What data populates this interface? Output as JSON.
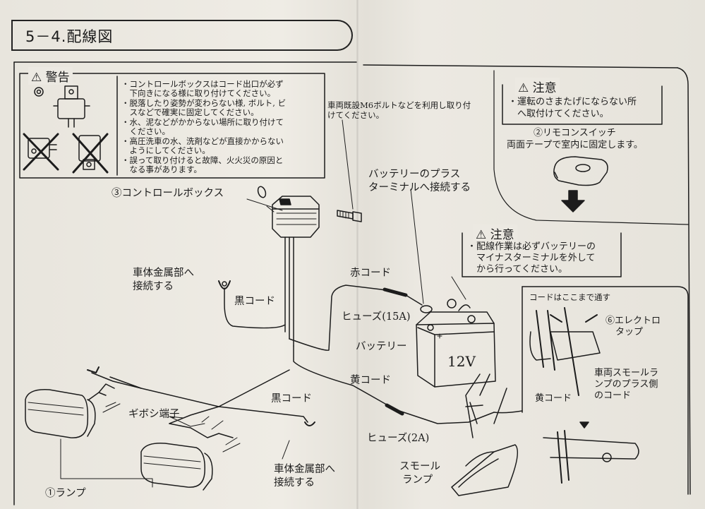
{
  "title": "5－4.配線図",
  "warning_box": {
    "heading": "警告",
    "lines": [
      "・コントロールボックスはコード出口が必ず",
      "　下向きになる様に取り付けてください。",
      "・脱落したり姿勢が変わらない様, ボルト, ビ",
      "　スなどで確実に固定してください。",
      "・水、泥などがかからない場所に取り付けて",
      "　ください。",
      "・高圧洗車の水、洗剤などが直接かからない",
      "　ようにしてください。",
      "・誤って取り付けると故障、火火災の原因と",
      "　なる事があります。"
    ]
  },
  "bolt_note": [
    "車両既設M6ボルトなどを利用し取り付",
    "けてください。"
  ],
  "caution_remote": {
    "heading": "注意",
    "lines": [
      "・運転のさまたげにならない所",
      "　へ取付けてください。"
    ]
  },
  "remote_label": [
    "②リモコンスイッチ",
    "両面テープで室内に固定します。"
  ],
  "caution_battery": {
    "heading": "注意",
    "lines": [
      "・配線作業は必ずバッテリーの",
      "　マイナスターミナルを外して",
      "　から行ってください。"
    ]
  },
  "labels": {
    "control_box": "③コントロールボックス",
    "battery_plus": [
      "バッテリーのプラス",
      "ターミナルへ接続する"
    ],
    "body_metal_1": [
      "車体金属部へ",
      "接続する"
    ],
    "black_cord_1": "黒コード",
    "red_cord": "赤コード",
    "fuse_15a": "ヒューズ(15A)",
    "battery": "バッテリー",
    "battery_voltage": "12V",
    "yellow_cord_1": "黄コード",
    "black_cord_2": "黒コード",
    "gibosi": "ギボシ端子",
    "fuse_2a": "ヒューズ(2A)",
    "body_metal_2": [
      "車体金属部へ",
      "接続する"
    ],
    "small_lamp": [
      "スモール",
      "ランプ"
    ],
    "lamp": "①ランプ"
  },
  "inset": {
    "pass_through": "コードはここまで通す",
    "electro_tap": [
      "⑥エレクトロ",
      "タップ"
    ],
    "yellow_cord": "黄コード",
    "small_lamp_plus": [
      "車両スモールラ",
      "ンプのプラス側",
      "のコード"
    ]
  }
}
